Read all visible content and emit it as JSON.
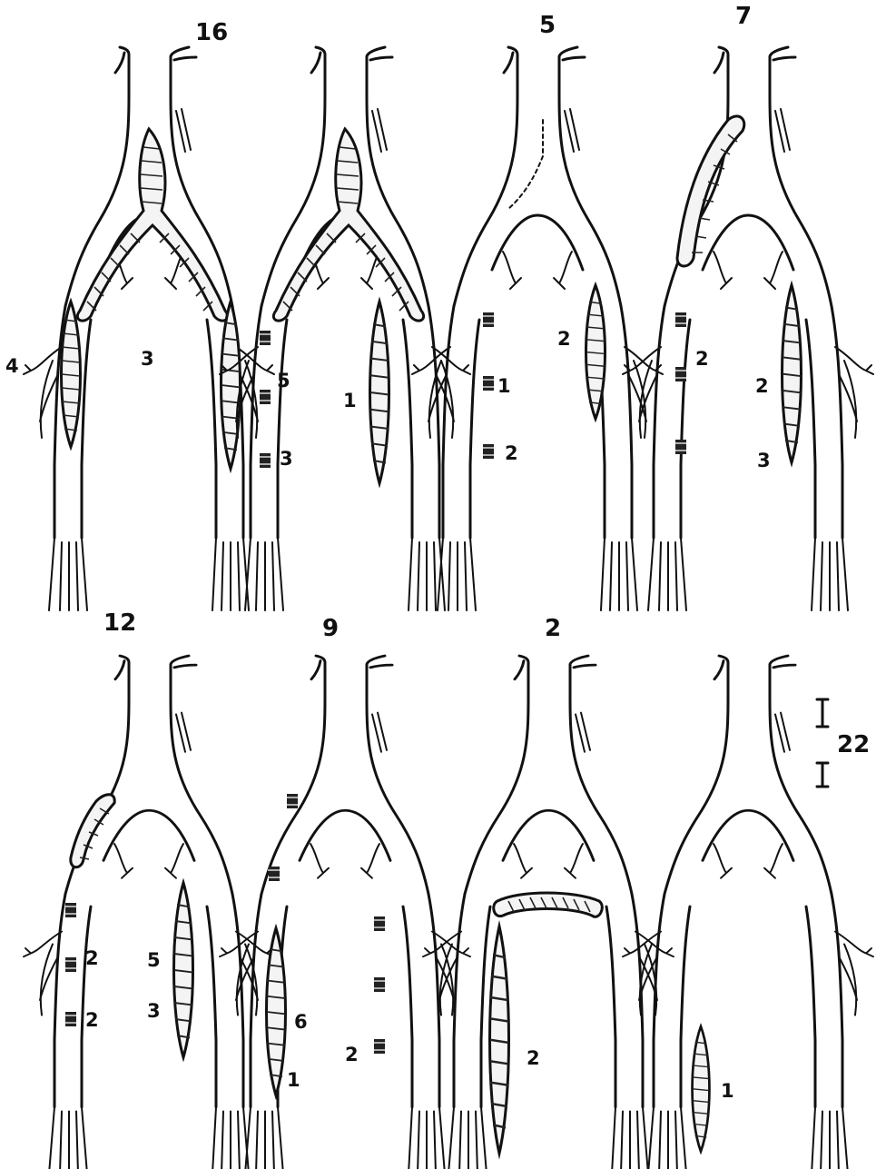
{
  "figure": {
    "background": "#ffffff",
    "ink": "#111111",
    "panels": [
      {
        "id": "p1",
        "count": "16",
        "labels": [
          "4",
          "3"
        ],
        "grafts": [
          "aortobifemoral-bifurcated",
          "fem-pop-left",
          "fem-pop-right"
        ]
      },
      {
        "id": "p2",
        "count": "",
        "labels": [
          "5",
          "3",
          "1"
        ],
        "grafts": [
          "aortobifemoral-bifurcated",
          "fem-pop-right"
        ],
        "patches": [
          "left-sfa-upper",
          "left-sfa-lower",
          "left-sfa-distal"
        ]
      },
      {
        "id": "p3",
        "count": "5",
        "labels": [
          "1",
          "2",
          "2"
        ],
        "grafts": [
          "fem-pop-right"
        ],
        "patches": [
          "left-iliac-suture",
          "left-sfa-upper",
          "left-sfa-lower"
        ]
      },
      {
        "id": "p4",
        "count": "7",
        "labels": [
          "2",
          "2",
          "3"
        ],
        "grafts": [
          "aorto-femoral-unilateral",
          "fem-pop-right"
        ],
        "patches": [
          "left-sfa-upper",
          "left-sfa-lower"
        ]
      },
      {
        "id": "p5",
        "count": "12",
        "labels": [
          "2",
          "2",
          "5",
          "3"
        ],
        "grafts": [
          "ilio-femoral-left",
          "fem-pop-right"
        ],
        "patches": [
          "left-sfa-upper",
          "left-sfa-lower"
        ]
      },
      {
        "id": "p6",
        "count": "9",
        "labels": [
          "6",
          "1",
          "2"
        ],
        "grafts": [
          "fem-pop-left"
        ],
        "patches": [
          "left-iliac",
          "left-sfa",
          "right-sfa-upper",
          "right-sfa-lower"
        ]
      },
      {
        "id": "p7",
        "count": "2",
        "labels": [
          "2"
        ],
        "grafts": [
          "femoro-femoral-crossover",
          "fem-pop-left"
        ]
      },
      {
        "id": "p8",
        "count": "",
        "labels": [
          "1"
        ],
        "grafts": [
          "popliteal-tibial-left"
        ]
      }
    ],
    "bracket": {
      "label": "22"
    }
  }
}
